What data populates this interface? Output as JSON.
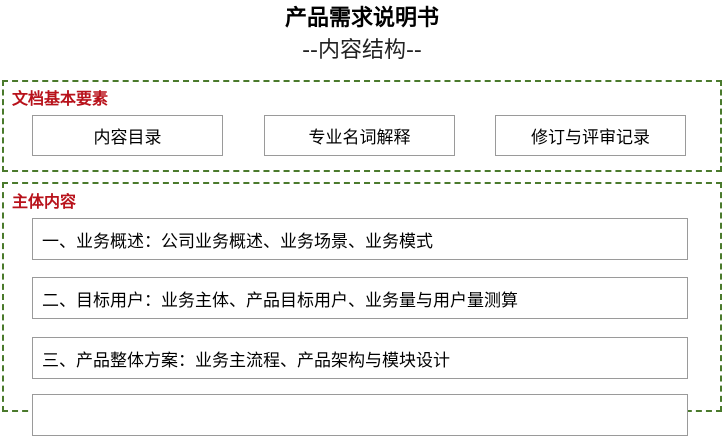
{
  "title": "产品需求说明书",
  "subtitle": "--内容结构--",
  "sections": [
    {
      "label": "文档基本要素",
      "items": [
        "内容目录",
        "专业名词解释",
        "修订与评审记录"
      ]
    },
    {
      "label": "主体内容",
      "items": [
        "一、业务概述：公司业务概述、业务场景、业务模式",
        "二、目标用户：业务主体、产品目标用户、业务量与用户量测算",
        "三、产品整体方案：业务主流程、产品架构与模块设计"
      ]
    }
  ],
  "colors": {
    "border_dash": "#4a7a2c",
    "section_label": "#b8121b",
    "box_border": "#9a9a9a"
  }
}
